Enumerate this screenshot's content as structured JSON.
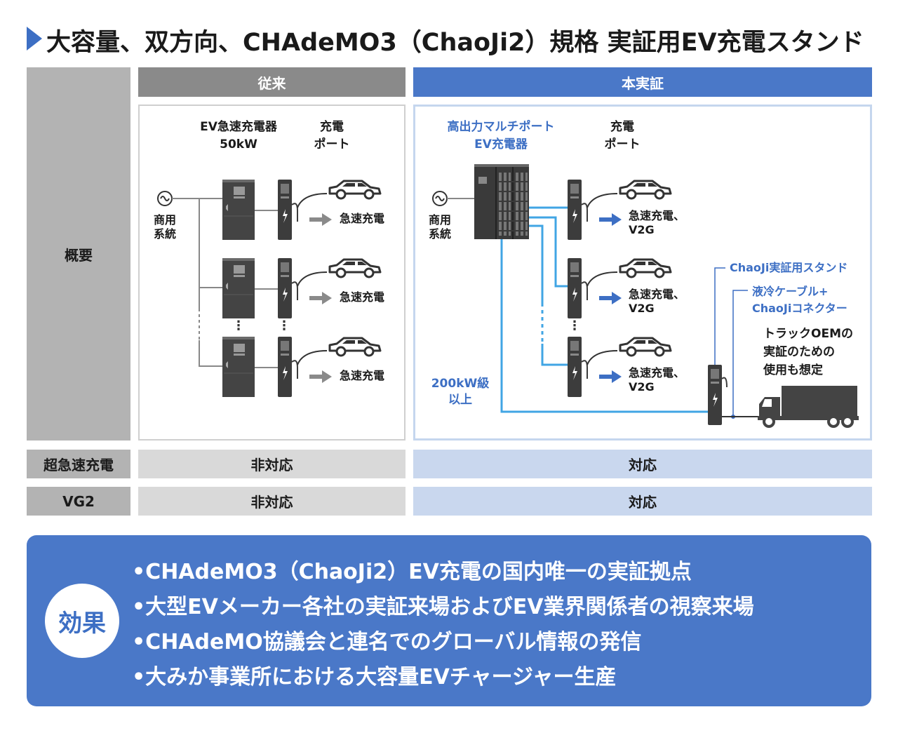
{
  "title": "大容量、双方向、CHAdeMO3（ChaoJi2）規格 実証用EV充電スタンド",
  "columns": {
    "left": "従来",
    "right": "本実証"
  },
  "rows": {
    "overview": "概要",
    "ultra_fast": {
      "label": "超急速充電",
      "left": "非対応",
      "right": "対応"
    },
    "vg2": {
      "label": "VG2",
      "left": "非対応",
      "right": "対応"
    }
  },
  "left_diagram": {
    "charger_label": [
      "EV急速充電器",
      "50kW"
    ],
    "port_label": [
      "充電",
      "ポート"
    ],
    "grid_label": [
      "商用",
      "系統"
    ],
    "action": "急速充電"
  },
  "right_diagram": {
    "charger_label": [
      "高出力マルチポート",
      "EV充電器"
    ],
    "port_label": [
      "充電",
      "ポート"
    ],
    "grid_label": [
      "商用",
      "系統"
    ],
    "action": [
      "急速充電、",
      "V2G"
    ],
    "power_label": [
      "200kW級",
      "以上"
    ],
    "stand_label": "ChaoJi実証用スタンド",
    "cable_label": [
      "液冷ケーブル+",
      "ChaoJiコネクター"
    ],
    "truck_note": [
      "トラックOEMの",
      "実証のための",
      "使用も想定"
    ]
  },
  "effects": {
    "badge": "効果",
    "items": [
      "•CHAdeMO3（ChaoJi2）EV充電の国内唯一の実証拠点",
      "•大型EVメーカー各社の実証来場およびEV業界関係者の視察来場",
      "•CHAdeMO協議会と連名でのグローバル情報の発信",
      "•大みか事業所における大容量EVチャージャー生産"
    ]
  },
  "colors": {
    "accent_blue": "#3d6fc4",
    "line_blue": "#41a5e4",
    "header_gray": "#8a8a8a",
    "header_blue": "#4a78c8",
    "cell_gray": "#d9d9d9",
    "cell_blue": "#c9d7ee"
  }
}
